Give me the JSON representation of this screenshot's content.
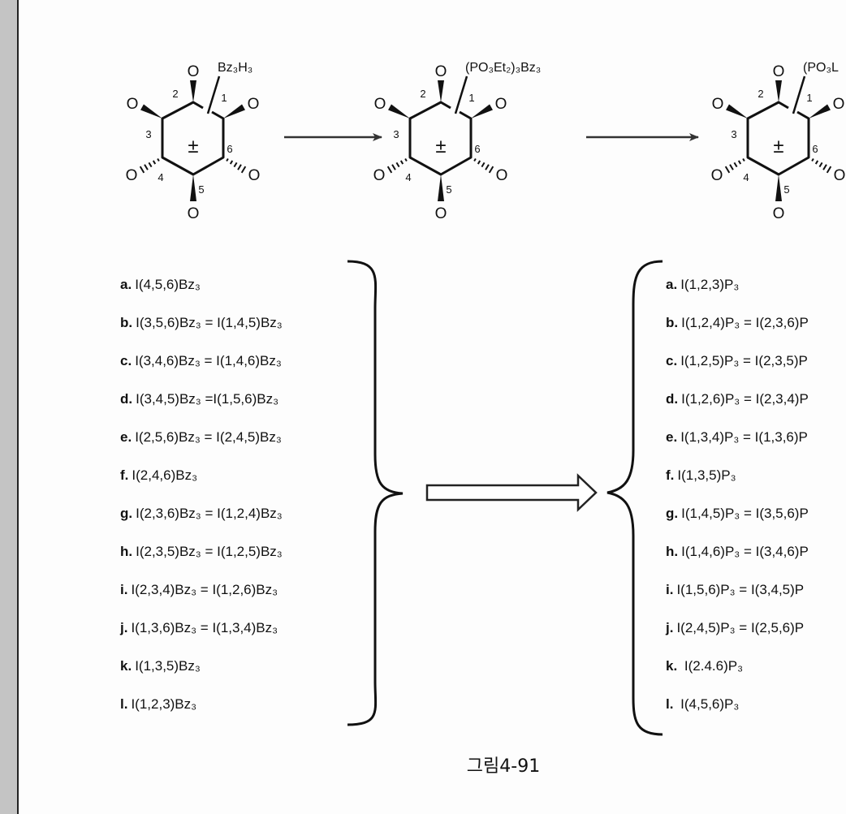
{
  "molecules": [
    {
      "substituent": "Bz₃H₃"
    },
    {
      "substituent": "(PO₃Et₂)₃Bz₃"
    },
    {
      "substituent": "(PO₃L"
    }
  ],
  "atom_label": "O",
  "position_numbers": [
    "1",
    "2",
    "3",
    "4",
    "5",
    "6"
  ],
  "stereo_label": "±",
  "left_list": [
    {
      "label": "a.",
      "formula": "I(4,5,6)Bz₃"
    },
    {
      "label": "b.",
      "formula": "I(3,5,6)Bz₃ = I(1,4,5)Bz₃"
    },
    {
      "label": "c.",
      "formula": "I(3,4,6)Bz₃ = I(1,4,6)Bz₃"
    },
    {
      "label": "d.",
      "formula": "I(3,4,5)Bz₃ =I(1,5,6)Bz₃"
    },
    {
      "label": "e.",
      "formula": "I(2,5,6)Bz₃ = I(2,4,5)Bz₃"
    },
    {
      "label": "f.",
      "formula": "I(2,4,6)Bz₃"
    },
    {
      "label": "g.",
      "formula": "I(2,3,6)Bz₃ = I(1,2,4)Bz₃"
    },
    {
      "label": "h.",
      "formula": "I(2,3,5)Bz₃ = I(1,2,5)Bz₃"
    },
    {
      "label": "i.",
      "formula": "I(2,3,4)Bz₃ = I(1,2,6)Bz₃"
    },
    {
      "label": "j.",
      "formula": "I(1,3,6)Bz₃ = I(1,3,4)Bz₃"
    },
    {
      "label": "k.",
      "formula": "I(1,3,5)Bz₃"
    },
    {
      "label": "l.",
      "formula": "I(1,2,3)Bz₃"
    }
  ],
  "right_list": [
    {
      "label": "a.",
      "formula": "I(1,2,3)P₃"
    },
    {
      "label": "b.",
      "formula": "I(1,2,4)P₃ = I(2,3,6)P"
    },
    {
      "label": "c.",
      "formula": "I(1,2,5)P₃ = I(2,3,5)P"
    },
    {
      "label": "d.",
      "formula": "I(1,2,6)P₃ = I(2,3,4)P"
    },
    {
      "label": "e.",
      "formula": "I(1,3,4)P₃ = I(1,3,6)P"
    },
    {
      "label": "f.",
      "formula": "I(1,3,5)P₃"
    },
    {
      "label": "g.",
      "formula": "I(1,4,5)P₃ = I(3,5,6)P"
    },
    {
      "label": "h.",
      "formula": "I(1,4,6)P₃ = I(3,4,6)P"
    },
    {
      "label": "i.",
      "formula": "I(1,5,6)P₃ = I(3,4,5)P"
    },
    {
      "label": "j.",
      "formula": "I(2,4,5)P₃ = I(2,5,6)P"
    },
    {
      "label": "k.",
      "formula": " I(2.4.6)P₃"
    },
    {
      "label": "l.",
      "formula": " I(4,5,6)P₃"
    }
  ],
  "caption": "그림4-91"
}
